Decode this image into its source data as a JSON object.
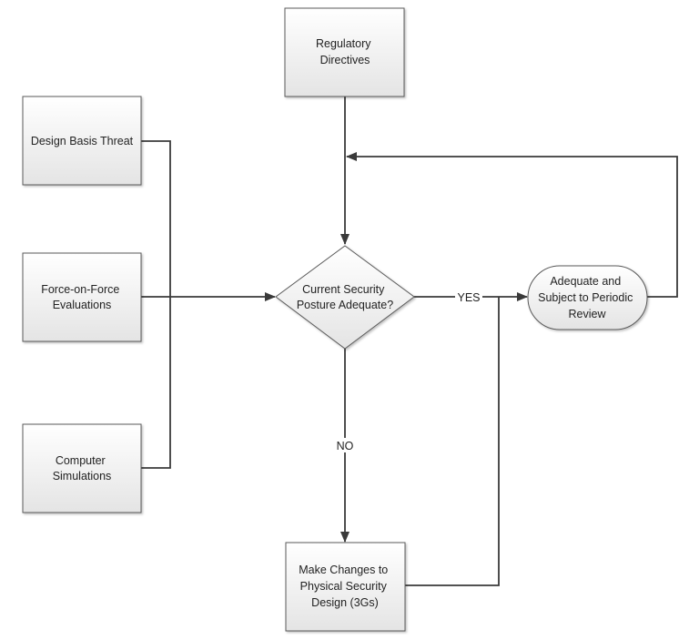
{
  "nodes": {
    "regulatory": [
      "Regulatory",
      "Directives"
    ],
    "dbt": [
      "Design Basis Threat"
    ],
    "fof": [
      "Force-on-Force",
      "Evaluations"
    ],
    "sim": [
      "Computer",
      "Simulations"
    ],
    "decision": [
      "Current Security",
      "Posture Adequate?"
    ],
    "adequate": [
      "Adequate and",
      "Subject to Periodic",
      "Review"
    ],
    "changes": [
      "Make Changes to",
      "Physical Security",
      "Design (3Gs)"
    ]
  },
  "edges": {
    "yes": "YES",
    "no": "NO"
  },
  "colors": {
    "line": "#3a3a3a",
    "box_fill_top": "#ffffff",
    "box_fill_bottom": "#e6e6e6",
    "box_stroke": "#5a5a5a"
  }
}
